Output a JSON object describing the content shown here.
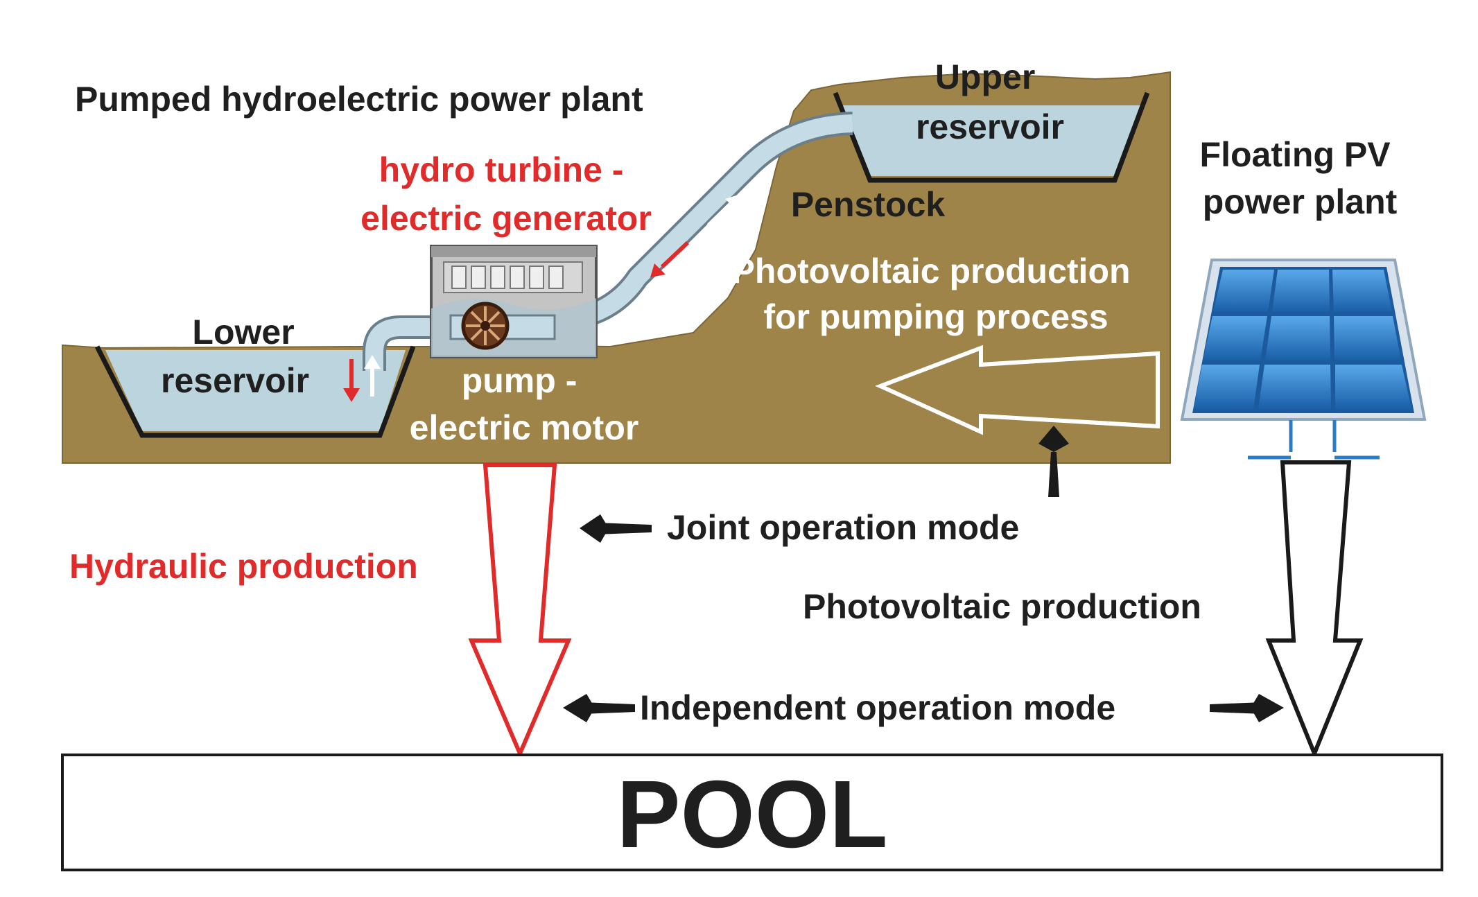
{
  "labels": {
    "plant_title": "Pumped hydroelectric power plant",
    "upper_reservoir": [
      "Upper",
      "reservoir"
    ],
    "floating_pv": [
      "Floating PV",
      "power plant"
    ],
    "hydro_turbine": [
      "hydro turbine -",
      "electric generator"
    ],
    "penstock": "Penstock",
    "pv_for_pumping": [
      "Photovoltaic production",
      "for pumping process"
    ],
    "lower_reservoir": [
      "Lower",
      "reservoir"
    ],
    "pump_motor": [
      "pump -",
      "electric motor"
    ],
    "joint_mode": "Joint operation mode",
    "hydraulic_production": "Hydraulic production",
    "pv_production": "Photovoltaic production",
    "independent_mode": "Independent operation mode",
    "pool": "POOL"
  },
  "colors": {
    "ground": "#9e8448",
    "ground_edge": "#7c6636",
    "water": "#bcd4de",
    "pipe": "#c5dce6",
    "text_dark": "#1f1f1f",
    "text_red": "#e12a2a",
    "arrow_red": "#e12a2a",
    "panel_blue": "#2c7cc4",
    "panel_frame": "#d8e2ec",
    "building": "#c4c4c4"
  },
  "icons": {
    "solar_panel": "solar-panel-icon",
    "turbine_wheel": "turbine-wheel-icon",
    "powerhouse": "powerhouse-icon"
  }
}
